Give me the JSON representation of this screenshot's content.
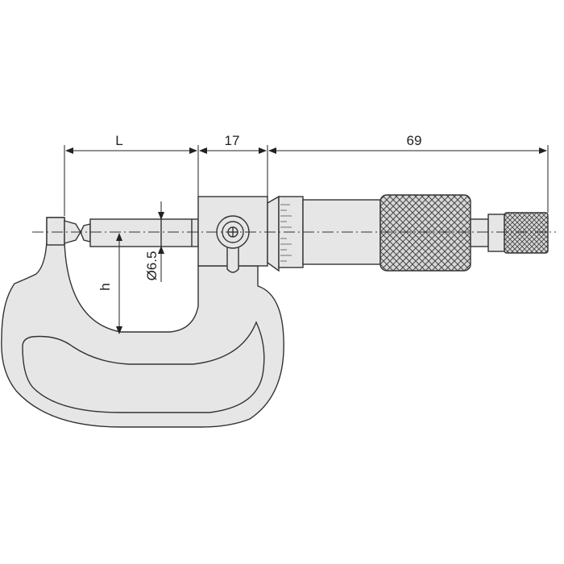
{
  "dimensions": {
    "L": "L",
    "middle": "17",
    "right": "69",
    "h": "h",
    "diameter": "Ø6.5"
  },
  "colors": {
    "body": "#e6e6e6",
    "line": "#333333",
    "background": "#ffffff"
  }
}
